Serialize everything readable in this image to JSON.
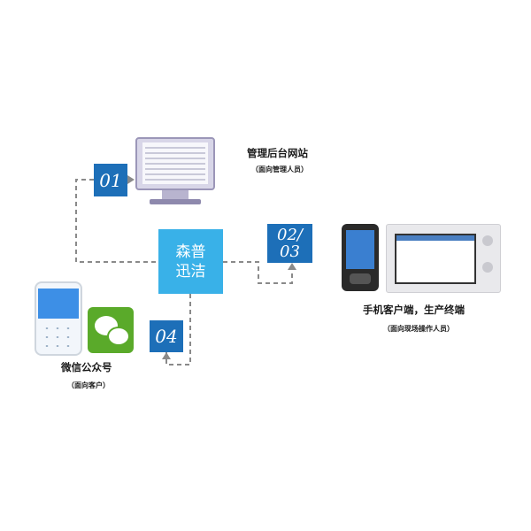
{
  "center": {
    "line1": "森普",
    "line2": "迅洁"
  },
  "steps": {
    "s01": "01",
    "s0203_a": "02/",
    "s0203_b": "03",
    "s04": "04"
  },
  "admin": {
    "title": "管理后台网站",
    "subtitle": "（面向管理人员）",
    "icon": "monitor-icon"
  },
  "terminals": {
    "title": "手机客户端，生产终端",
    "subtitle": "（面向现场操作人员）",
    "icons": [
      "handheld-terminal-icon",
      "production-terminal-icon"
    ]
  },
  "wechat": {
    "title": "微信公众号",
    "subtitle": "（面向客户）",
    "icons": [
      "phone-icon",
      "wechat-icon"
    ]
  },
  "colors": {
    "center": "#39b1e8",
    "step": "#1d6fb8",
    "connector": "#8a8a8a"
  }
}
